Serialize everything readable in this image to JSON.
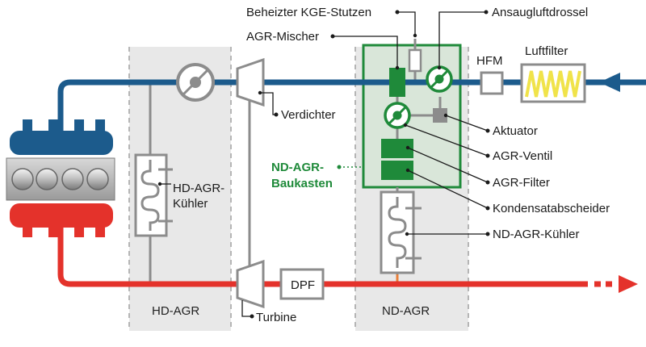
{
  "labels": {
    "kge_stutzen": "Beheizter KGE-Stutzen",
    "ansaugluftdrossel": "Ansaugluftdrossel",
    "agr_mischer": "AGR-Mischer",
    "hfm": "HFM",
    "luftfilter": "Luftfilter",
    "verdichter": "Verdichter",
    "aktuator": "Aktuator",
    "nd_agr_baukasten_line1": "ND-AGR-",
    "nd_agr_baukasten_line2": "Baukasten",
    "agr_ventil": "AGR-Ventil",
    "agr_filter": "AGR-Filter",
    "kondensatabscheider": "Kondensatabscheider",
    "hd_agr_kuehler_line1": "HD-AGR-",
    "hd_agr_kuehler_line2": "Kühler",
    "nd_agr_kuehler": "ND-AGR-Kühler",
    "dpf": "DPF",
    "turbine": "Turbine",
    "zone_hd_agr": "HD-AGR",
    "zone_nd_agr": "ND-AGR"
  },
  "colors": {
    "intake_blue": "#1c5b8c",
    "exhaust_red": "#e4322b",
    "module_green": "#1f8a3a",
    "module_fill": "#d9e6d9",
    "zone_fill": "#e8e8e8",
    "pipe_gray": "#8c8c8c",
    "filter_yellow": "#f0e34a"
  }
}
